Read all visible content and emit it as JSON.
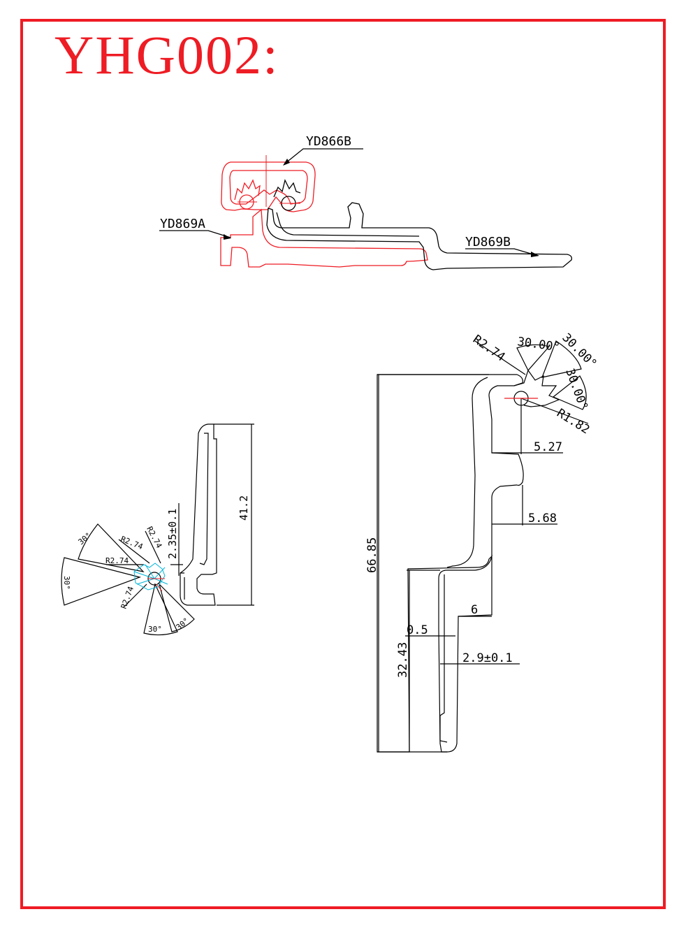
{
  "title": "YHG002:",
  "colors": {
    "frame": "#ee1c24",
    "red": "#ee1c24",
    "black": "#000000",
    "cyan": "#00b4d8"
  },
  "assembly": {
    "labels": {
      "yd866b": "YD866B",
      "yd869a": "YD869A",
      "yd869b": "YD869B"
    }
  },
  "left_profile": {
    "dims": {
      "h41": "41.2",
      "t235": "2.35±0.1",
      "r274a": "R2.74",
      "r274b": "R2.74",
      "r274c": "R2.74",
      "r274d": "R2.74",
      "a30a": "30°",
      "a30b": "30°",
      "a30c": "30°",
      "a30d": "30°"
    }
  },
  "right_profile": {
    "dims": {
      "r274": "R2.74",
      "a30a": "30.00°",
      "a30b": "30.00°",
      "a30c": "30.00°",
      "r182": "R1.82",
      "d527": "5.27",
      "d568": "5.68",
      "h6685": "66.85",
      "h3243": "32.43",
      "d6": "6",
      "d05": "0.5",
      "d29": "2.9±0.1"
    }
  }
}
